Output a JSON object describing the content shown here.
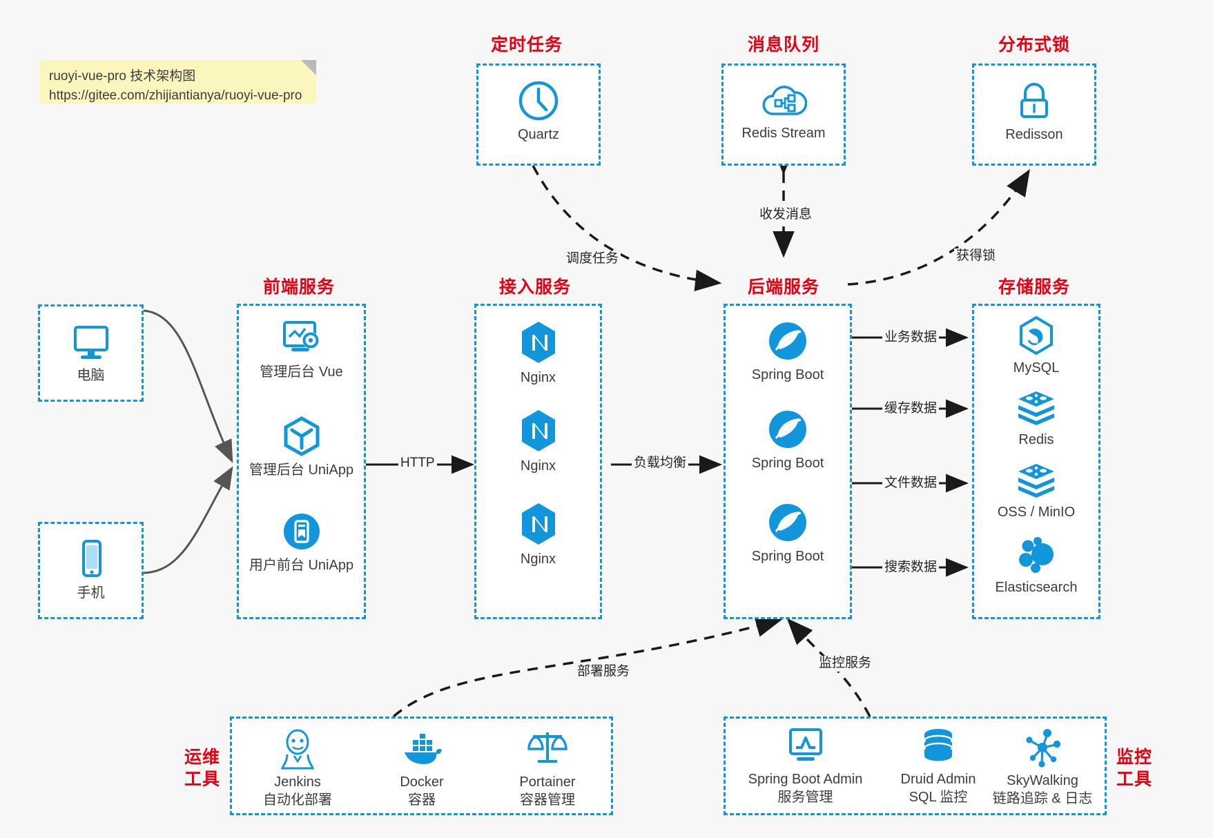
{
  "note": {
    "line1": "ruoyi-vue-pro 技术架构图",
    "line2": "https://gitee.com/zhijiantianya/ruoyi-vue-pro"
  },
  "sections": {
    "scheduled_tasks": "定时任务",
    "message_queue": "消息队列",
    "distributed_lock": "分布式锁",
    "frontend_services": "前端服务",
    "gateway_services": "接入服务",
    "backend_services": "后端服务",
    "storage_services": "存储服务",
    "devops_tools_l1": "运维",
    "devops_tools_l2": "工具",
    "monitor_tools_l1": "监控",
    "monitor_tools_l2": "工具"
  },
  "clients": [
    {
      "label": "电脑",
      "icon": "desktop-computer-icon"
    },
    {
      "label": "手机",
      "icon": "mobile-phone-icon"
    }
  ],
  "scheduled": [
    {
      "label": "Quartz",
      "icon": "clock-icon"
    }
  ],
  "mq": [
    {
      "label": "Redis Stream",
      "icon": "cloud-stream-icon"
    }
  ],
  "lock": [
    {
      "label": "Redisson",
      "icon": "padlock-icon"
    }
  ],
  "frontend": [
    {
      "label": "管理后台 Vue",
      "icon": "monitor-gear-icon"
    },
    {
      "label": "管理后台 UniApp",
      "icon": "cube-icon"
    },
    {
      "label": "用户前台 UniApp",
      "icon": "phone-app-icon"
    }
  ],
  "gateway": [
    {
      "label": "Nginx",
      "icon": "nginx-icon"
    },
    {
      "label": "Nginx",
      "icon": "nginx-icon"
    },
    {
      "label": "Nginx",
      "icon": "nginx-icon"
    }
  ],
  "backend": [
    {
      "label": "Spring Boot",
      "icon": "spring-boot-icon"
    },
    {
      "label": "Spring Boot",
      "icon": "spring-boot-icon"
    },
    {
      "label": "Spring Boot",
      "icon": "spring-boot-icon"
    }
  ],
  "storage": [
    {
      "label": "MySQL",
      "icon": "mysql-dolphin-icon"
    },
    {
      "label": "Redis",
      "icon": "redis-stack-icon"
    },
    {
      "label": "OSS / MinIO",
      "icon": "object-storage-icon"
    },
    {
      "label": "Elasticsearch",
      "icon": "elasticsearch-icon"
    }
  ],
  "devops": [
    {
      "label": "Jenkins",
      "sub": "自动化部署",
      "icon": "jenkins-butler-icon"
    },
    {
      "label": "Docker",
      "sub": "容器",
      "icon": "docker-whale-icon"
    },
    {
      "label": "Portainer",
      "sub": "容器管理",
      "icon": "scales-balance-icon"
    }
  ],
  "monitor": [
    {
      "label": "Spring Boot Admin",
      "sub": "服务管理",
      "icon": "monitor-chart-icon"
    },
    {
      "label": "Druid Admin",
      "sub": "SQL 监控",
      "icon": "database-icon"
    },
    {
      "label": "SkyWalking",
      "sub": "链路追踪 & 日志",
      "icon": "network-nodes-icon"
    }
  ],
  "edges": {
    "http": "HTTP",
    "load_balance": "负载均衡",
    "schedule_task": "调度任务",
    "send_receive_message": "收发消息",
    "acquire_lock": "获得锁",
    "business_data": "业务数据",
    "cache_data": "缓存数据",
    "file_data": "文件数据",
    "search_data": "搜索数据",
    "deploy_service": "部署服务",
    "monitor_service": "监控服务"
  },
  "colors": {
    "accent_blue": "#1296db",
    "title_red": "#e60012",
    "note_yellow": "#faf6bd",
    "canvas": "#f7f7f7",
    "edge_gray": "#555555",
    "edge_black": "#1a1a1a"
  }
}
